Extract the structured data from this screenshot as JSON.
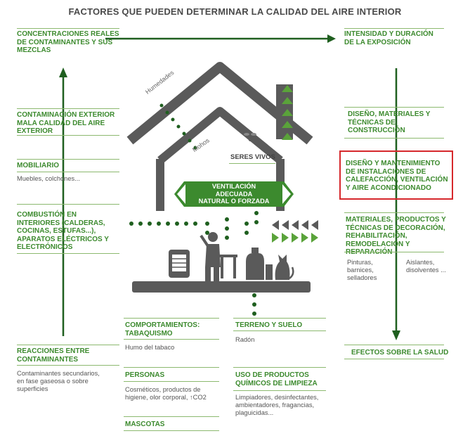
{
  "title": "FACTORES QUE PUEDEN DETERMINAR LA CALIDAD DEL AIRE INTERIOR",
  "left": {
    "top": "CONCENTRACIONES REALES DE CONTAMINANTES Y SUS MEZCLAS",
    "items": [
      {
        "heading": "CONTAMINACIÓN EXTERIOR MALA CALIDAD DEL AIRE EXTERIOR",
        "sub": ""
      },
      {
        "heading": "MOBILIARIO",
        "sub": "Muebles, colchones..."
      },
      {
        "heading": "COMBUSTIÓN EN INTERIORES (CALDERAS, COCINAS, ESTUFAS...), APARATOS ELÉCTRICOS Y ELECTRÓNICOS",
        "sub": ""
      },
      {
        "heading": "REACCIONES ENTRE CONTAMINANTES",
        "sub": "Contaminantes secundarios, en fase gaseosa o sobre superficies"
      }
    ]
  },
  "right": {
    "top": "INTENSIDAD Y DURACIÓN DE LA EXPOSICIÓN",
    "items": [
      {
        "heading": "DISEÑO, MATERIALES Y TÉCNICAS DE CONSTRUCCIÓN"
      },
      {
        "heading": "DISEÑO Y MANTENIMIENTO DE INSTALACIONES DE CALEFACCIÓN, VENTILACIÓN Y AIRE ACONDICIONADO"
      },
      {
        "heading": "MATERIALES, PRODUCTOS Y TÉCNICAS DE DECORACIÓN, REHABILITACIÓN, REMODELACIÓN Y REPARACIÓN",
        "sub_left": "Pinturas, barnices, selladores",
        "sub_right": "Aislantes, disolventes ..."
      },
      {
        "heading": "EFECTOS SOBRE LA SALUD"
      }
    ]
  },
  "house": {
    "humedades": "Humedades",
    "mohos": "Mohos",
    "seres_vivos": "SERES VIVOS",
    "ventilacion": [
      "VENTILACIÓN",
      "ADECUADA",
      "NATURAL O FORZADA"
    ]
  },
  "bottom_mid": [
    {
      "heading": "COMPORTAMIENTOS: TABAQUISMO",
      "sub": "Humo del tabaco"
    },
    {
      "heading": "PERSONAS",
      "sub": "Cosméticos, productos de higiene, olor corporal, ↑CO2"
    },
    {
      "heading": "MASCOTAS",
      "sub": ""
    }
  ],
  "bottom_right": [
    {
      "heading": "TERRENO Y SUELO",
      "sub": "Radón"
    },
    {
      "heading": "USO DE PRODUCTOS QUÍMICOS DE LIMPIEZA",
      "sub": "Limpiadores, desinfectantes, ambientadores, fragancias, plaguicidas..."
    }
  ],
  "colors": {
    "green": "#3c8a2e",
    "dark_green": "#1f5f1f",
    "gray": "#5a5a5a",
    "highlight": "#d6282c"
  }
}
